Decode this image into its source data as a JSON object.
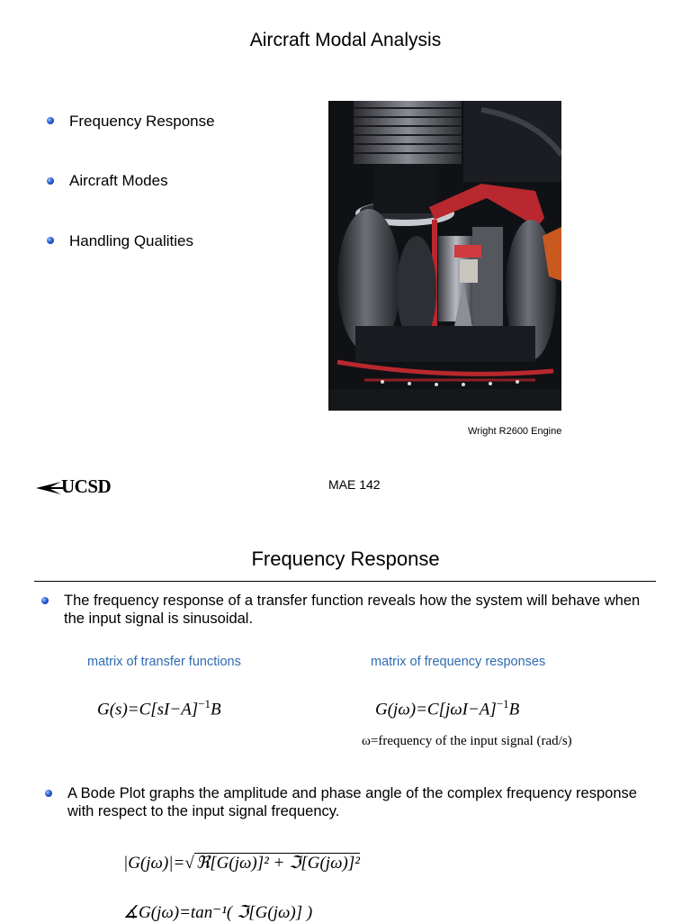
{
  "slide1": {
    "title": "Aircraft Modal Analysis",
    "bullets": [
      "Frequency Response",
      "Aircraft Modes",
      "Handling Qualities"
    ],
    "photo_caption": "Wright R2600 Engine",
    "logo_text": "UCSD",
    "course": "MAE 142"
  },
  "slide2": {
    "title": "Frequency Response",
    "bullet1": "The frequency response of a transfer function reveals how the system will behave when the input signal is sinusoidal.",
    "label_left": "matrix of transfer functions",
    "label_right": "matrix of frequency responses",
    "eq_left_main": "G(s)=C[sI−A]",
    "eq_left_sup": "−1",
    "eq_left_tail": "B",
    "eq_right_main": "G(jω)=C[jωI−A]",
    "eq_right_sup": "−1",
    "eq_right_tail": "B",
    "omega_note": "ω=frequency of the input signal (rad/s)",
    "bullet2": "A Bode Plot graphs the amplitude and phase angle of the complex frequency response with respect to the input signal frequency.",
    "eq_mag_lhs": "|G(jω)|=",
    "eq_mag_rhs": "ℜ[G(jω)]² + ℑ[G(jω)]²",
    "eq_phase": "∡G(jω)=tan⁻¹( ℑ[G(jω)] )"
  },
  "colors": {
    "accent_blue": "#2e6bb0",
    "bullet_blue": "#2a5fcf"
  }
}
